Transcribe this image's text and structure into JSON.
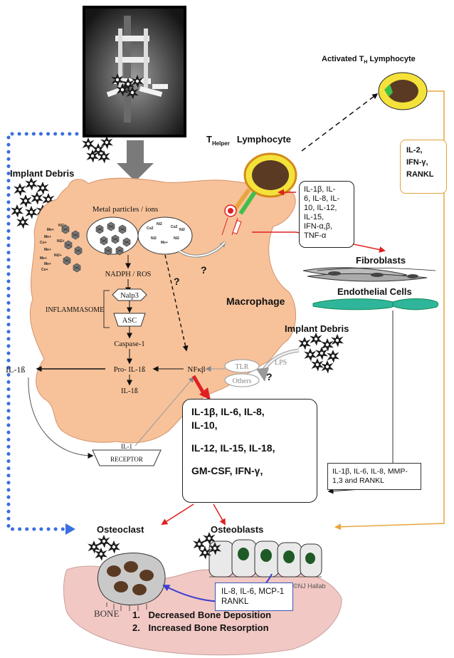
{
  "labels": {
    "activated_th": "Activated T",
    "activated_th_sub": "H",
    "activated_th_tail": " Lymphocyte",
    "t_helper_main": "T",
    "t_helper_sub": "Helper",
    "t_helper_tail": "Lymphocyte",
    "implant_debris_top": "Implant Debris",
    "implant_debris_right": "Implant Debris",
    "metal_particles": "Metal particles / ions",
    "nadph": "NADPH / ROS",
    "nalp3": "Nalp3",
    "inflammasome": "INFLAMMASOME",
    "asc": "ASC",
    "caspase": "Caspase-1",
    "pro_il1b": "Pro- IL-1ß",
    "il1b_inner": "IL-1ß",
    "il1b_outer": "IL-1ß",
    "nfkb": "NFκβ",
    "macrophage": "Macrophage",
    "tlr": "TLR",
    "others": "Others",
    "lps": "LPS",
    "il1_receptor_1": "IL-1",
    "il1_receptor_2": "RECEPTOR",
    "fibroblasts": "Fibroblasts",
    "endothelial": "Endothelial Cells",
    "osteoclast": "Osteoclast",
    "osteoblasts": "Osteoblasts",
    "bone": "BONE",
    "copyright": "©NJ Hallab",
    "question": "?"
  },
  "ions": {
    "left": [
      "Me+",
      "Ni2+",
      "Me+",
      "Co+",
      "Ni2+",
      "Me+",
      "Me+",
      "Ni2+",
      "Me+",
      "Co+"
    ],
    "vacuole": [
      "Co2",
      "Ni2",
      "Co2",
      "Ni2",
      "Me+",
      "Ni2",
      "Ni2"
    ]
  },
  "boxes": {
    "cytokines_th": [
      "IL-1β, IL-",
      "6, IL-8, IL-",
      "10, IL-12,",
      "IL-15,",
      "IFN-α,β,",
      "TNF-α"
    ],
    "th_secretion": [
      "IL-2,",
      "IFN-γ,",
      "RANKL"
    ],
    "macrophage_cytokines": [
      "IL-1β, IL-6, IL-8,",
      "IL-10,",
      "IL-12, IL-15,  IL-18,",
      "GM-CSF, IFN-γ,"
    ],
    "mmp": [
      "IL-1β, IL-6, IL-8, MMP-",
      "1,3 and RANKL"
    ],
    "osteoblast_factors": [
      "IL-8, IL-6, MCP-1",
      "RANKL"
    ]
  },
  "outcomes": [
    {
      "num": "1.",
      "text": "Decreased Bone Deposition"
    },
    {
      "num": "2.",
      "text": "Increased Bone Resorption"
    }
  ],
  "colors": {
    "macrophage_fill": "#f7c29a",
    "bone_fill": "#f1c8c4",
    "red_arrow": "#e02020",
    "orange_line": "#e8a63c",
    "blue_dots": "#3a6fe0",
    "nucleus": "#5b3a24",
    "endothelial": "#2fb69a"
  }
}
